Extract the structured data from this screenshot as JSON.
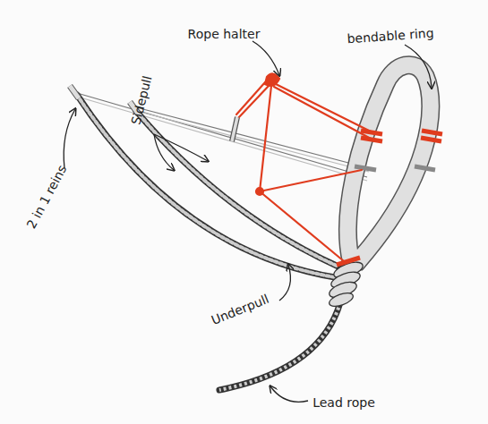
{
  "diagram": {
    "labels": [
      "Rope halter",
      "bendable ring",
      "Sidepull",
      "2 in 1 reins",
      "Underpull",
      "Lead rope"
    ]
  }
}
